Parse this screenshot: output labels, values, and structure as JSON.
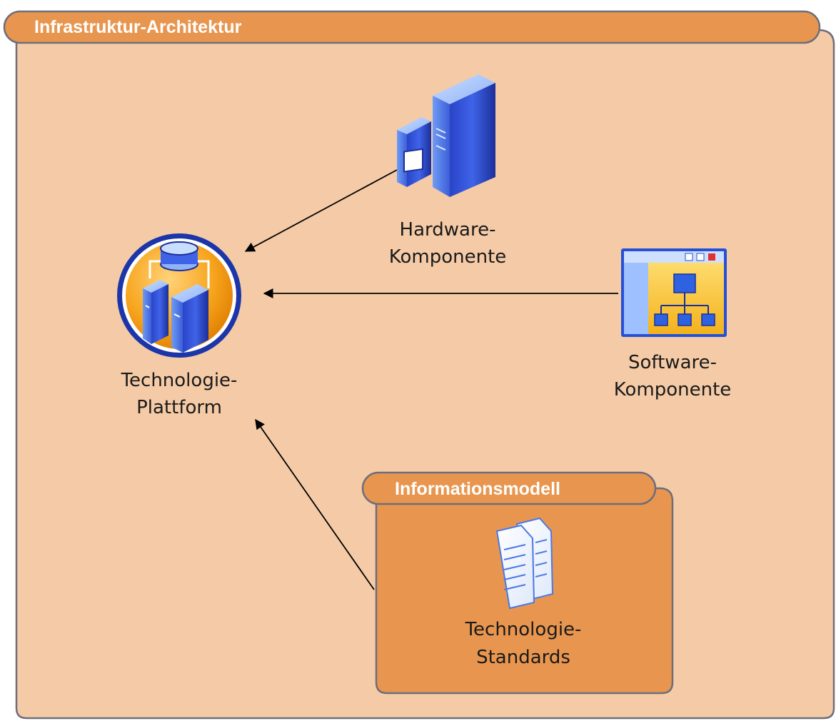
{
  "outer_group": {
    "title": "Infrastruktur-Architektur",
    "fill": "#F5CBA7",
    "header_fill": "#E8964F",
    "border": "#6E6E7A"
  },
  "nodes": {
    "hardware": {
      "line1": "Hardware-",
      "line2": "Komponente",
      "icon": "server-tower-icon"
    },
    "software": {
      "line1": "Software-",
      "line2": "Komponente",
      "icon": "application-window-hierarchy-icon"
    },
    "platform": {
      "line1": "Technologie-",
      "line2": "Plattform",
      "icon": "technology-platform-icon"
    }
  },
  "inner_group": {
    "title": "Informationsmodell",
    "fill": "#E8964F",
    "node": {
      "line1": "Technologie-",
      "line2": "Standards",
      "icon": "documents-icon"
    }
  },
  "edges": [
    {
      "from": "Hardware-Komponente",
      "to": "Technologie-Plattform"
    },
    {
      "from": "Software-Komponente",
      "to": "Technologie-Plattform"
    },
    {
      "from": "Technologie-Standards",
      "to": "Technologie-Plattform"
    }
  ]
}
